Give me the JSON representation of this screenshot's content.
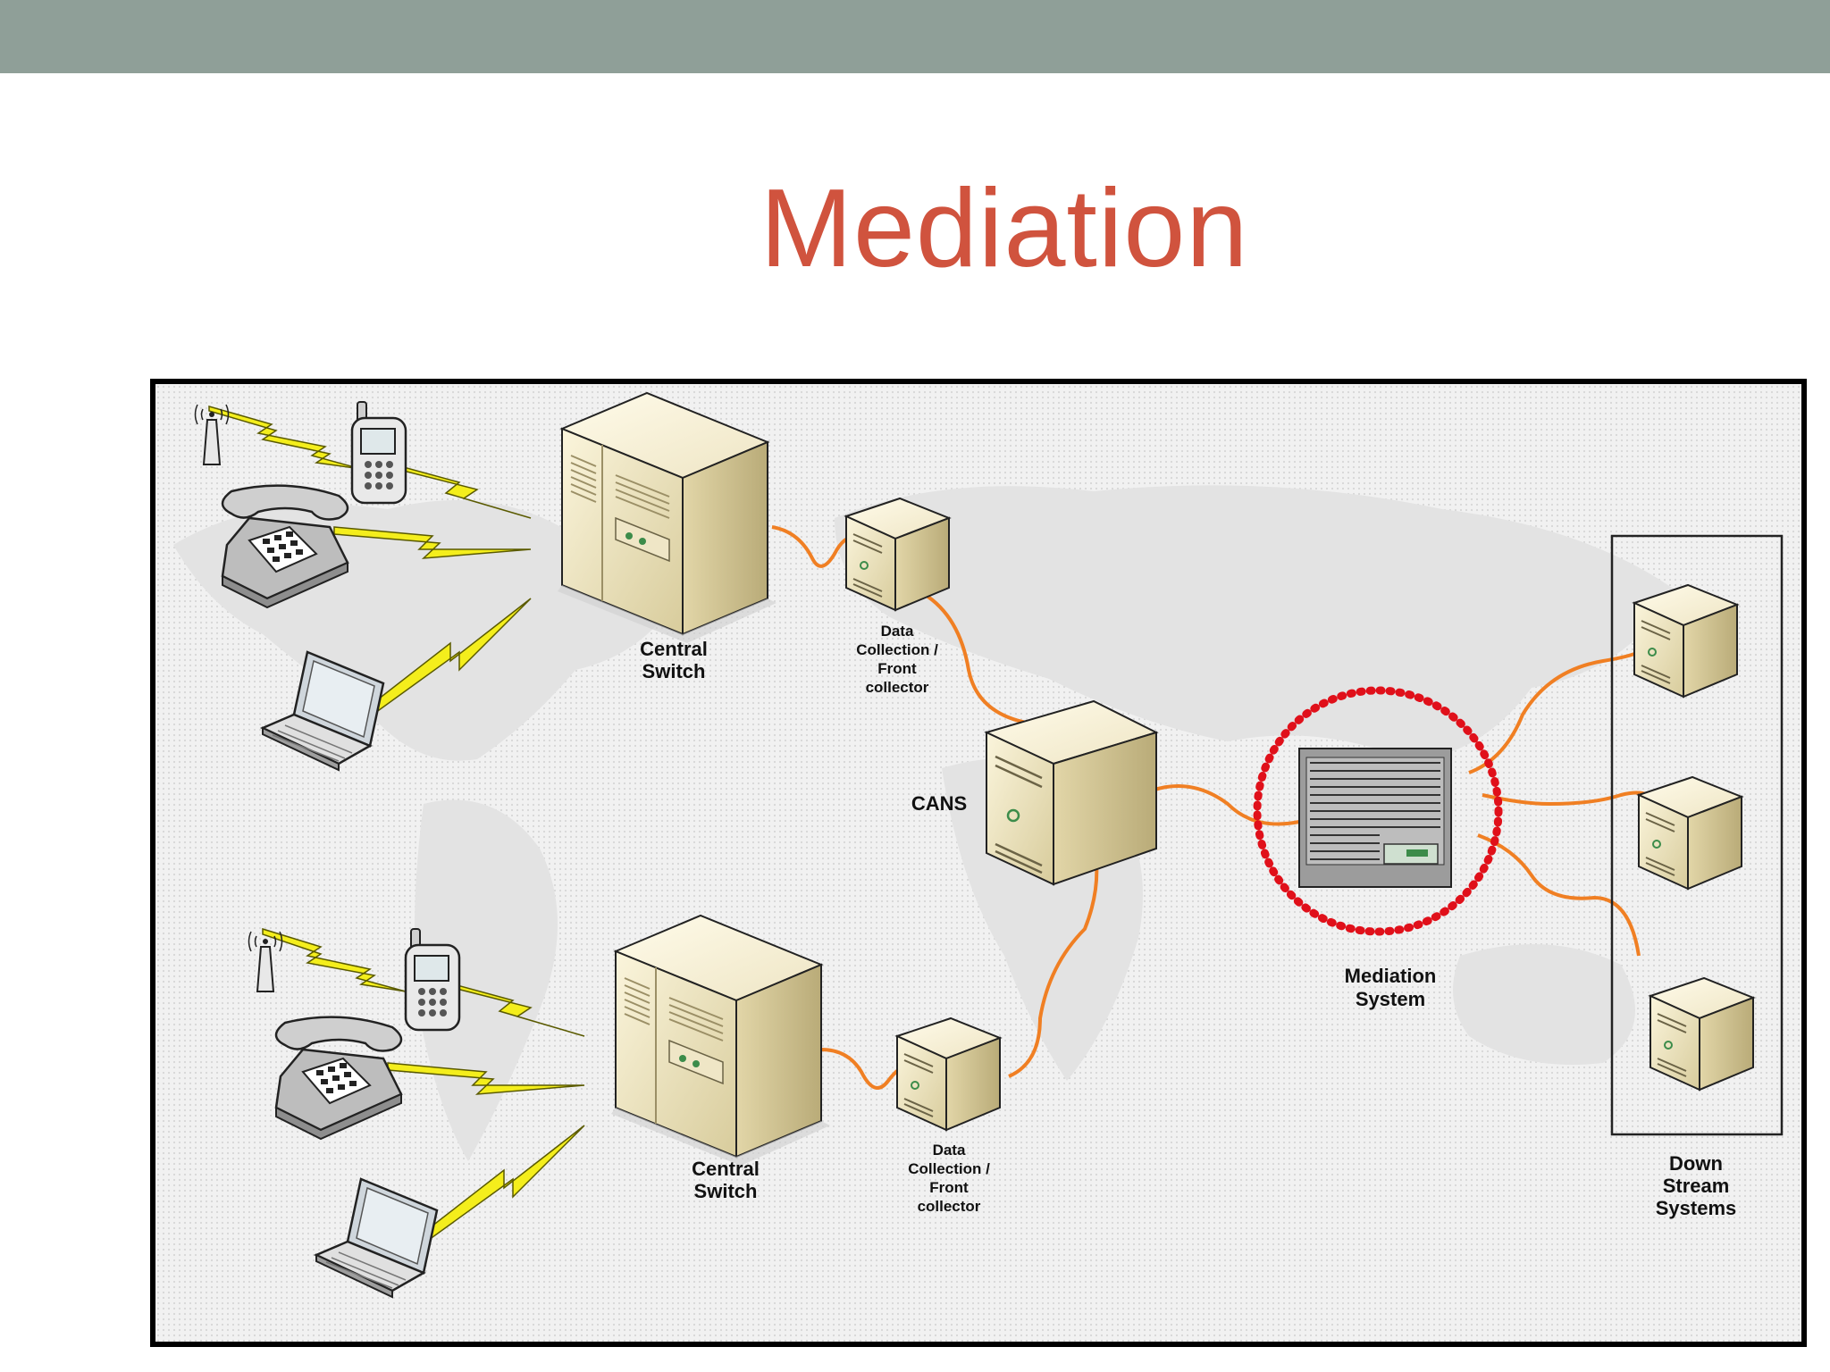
{
  "header": {
    "title": "Mediation"
  },
  "diagram": {
    "central_switch_top": "Central\nSwitch",
    "central_switch_bottom": "Central\nSwitch",
    "data_collection_top": "Data\nCollection /\nFront\ncollector",
    "data_collection_bottom": "Data\nCollection /\nFront\ncollector",
    "cans": "CANS",
    "mediation": "Mediation\nSystem",
    "downstream": "Down\nStream\nSystems"
  },
  "colors": {
    "title": "#d0533e",
    "topbar": "#8f9f98",
    "connector": "#f07f23",
    "wireless": "#f4ee1c",
    "highlight_ring": "#e0101a",
    "server_body": "#e9dfb8"
  }
}
